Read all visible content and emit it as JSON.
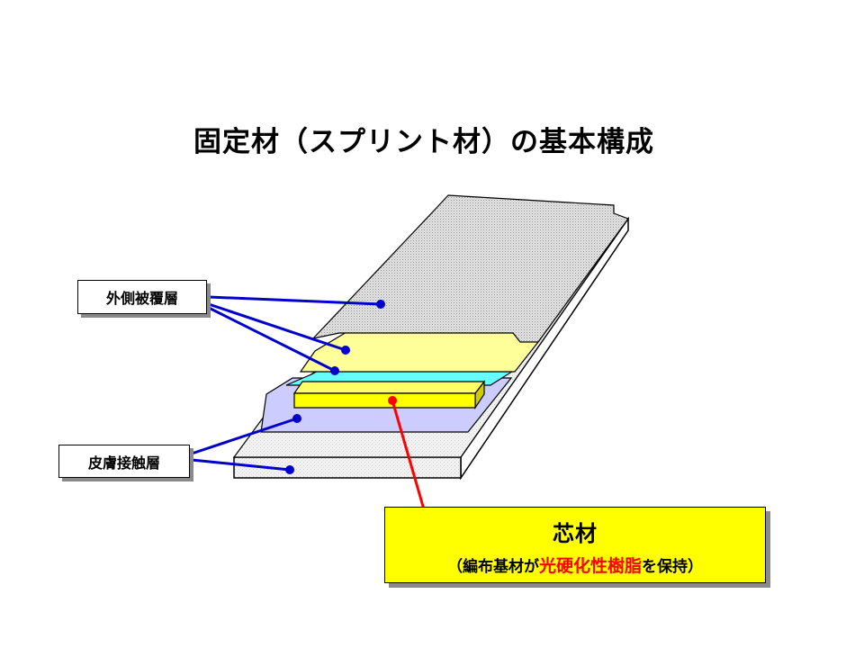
{
  "title": "固定材（スプリント材）の基本構成",
  "labels": {
    "outer": "外側被覆層",
    "skin": "皮膚接触層"
  },
  "core": {
    "title": "芯材",
    "sub_prefix": "（編布基材が",
    "sub_highlight": "光硬化性樹脂",
    "sub_suffix": "を保持）"
  },
  "colors": {
    "top_surface": "#d4d4d4",
    "light_yellow_layer": "#ffff99",
    "cyan_layer": "#66ffff",
    "core_yellow": "#ffff00",
    "lavender_layer": "#ccccff",
    "base_layer": "#f0f0f0",
    "blue_leader": "#0000cc",
    "red_leader": "#ff0000",
    "highlight_text": "#ff0000"
  }
}
